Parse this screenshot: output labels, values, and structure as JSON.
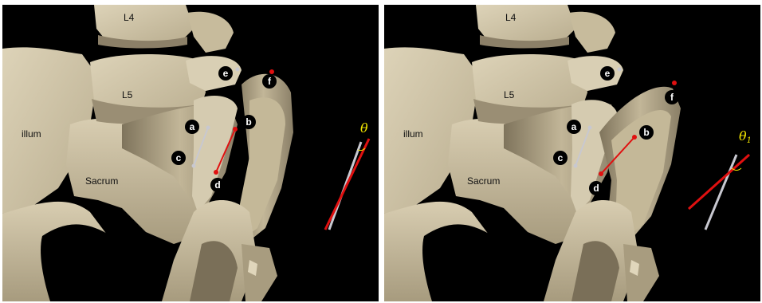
{
  "colors": {
    "bone": "#cbbf9f",
    "bone_dark": "#8c8068",
    "bone_light": "#e2d8bf",
    "background": "#000000",
    "line_gray": "#c8c8d0",
    "line_red": "#e01010",
    "angle_label": "#f2e600"
  },
  "panels": [
    {
      "vertebra_labels": {
        "l4": "L4",
        "l5": "L5",
        "illum": "illum",
        "sacrum": "Sacrum"
      },
      "points": {
        "a": "a",
        "b": "b",
        "c": "c",
        "d": "d",
        "e": "e",
        "f": "f"
      },
      "angle": {
        "symbol": "θ",
        "subscript": ""
      }
    },
    {
      "vertebra_labels": {
        "l4": "L4",
        "l5": "L5",
        "illum": "illum",
        "sacrum": "Sacrum"
      },
      "points": {
        "a": "a",
        "b": "b",
        "c": "c",
        "d": "d",
        "e": "e",
        "f": "f"
      },
      "angle": {
        "symbol": "θ",
        "subscript": "1"
      }
    }
  ]
}
